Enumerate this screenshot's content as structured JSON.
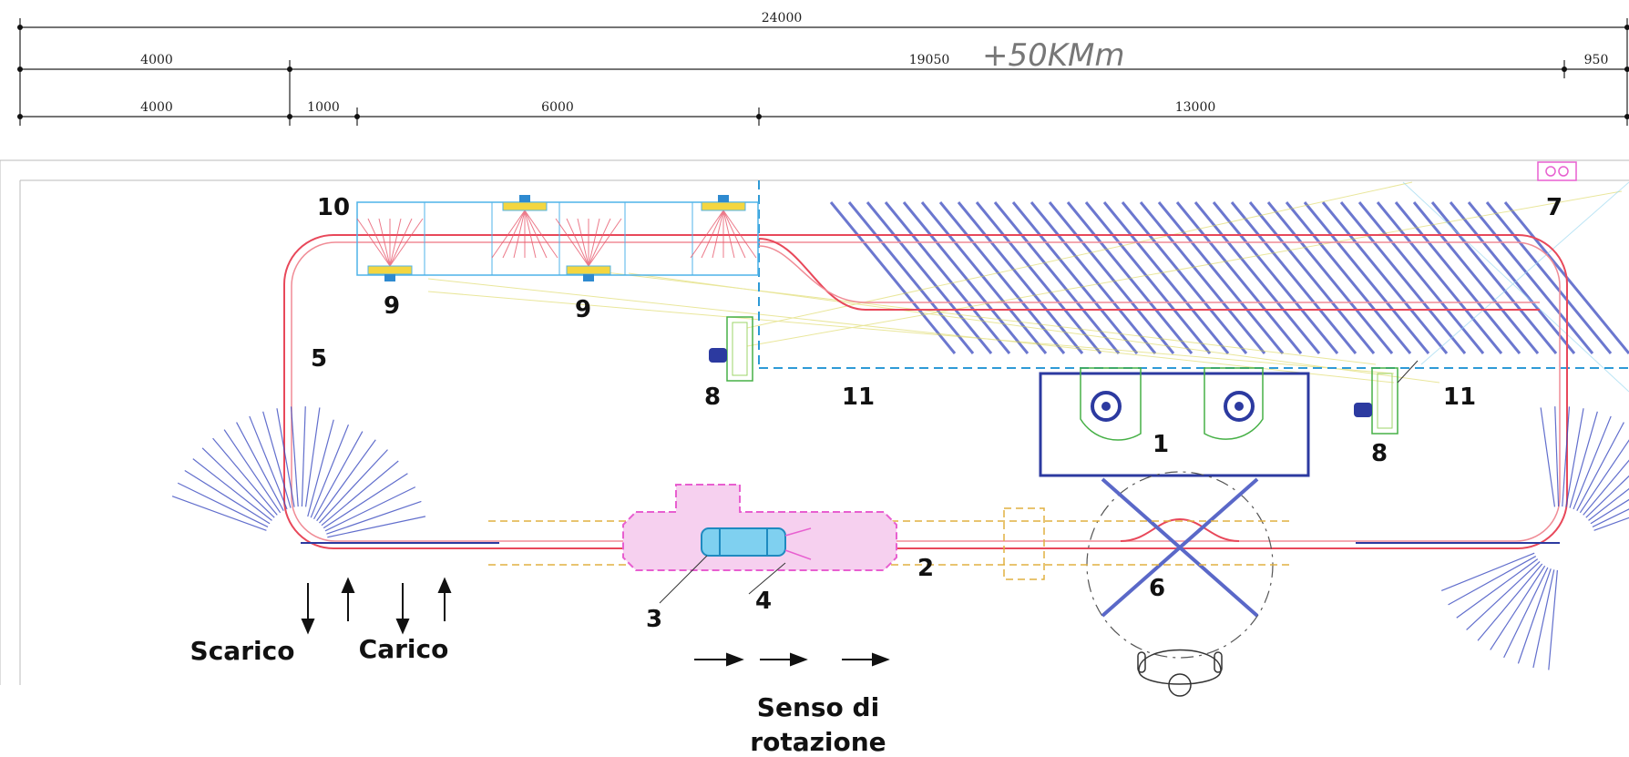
{
  "dimensions": {
    "row1": [
      "24000"
    ],
    "row2": [
      "4000",
      "19050",
      "950"
    ],
    "row3": [
      "4000",
      "1000",
      "6000",
      "13000"
    ]
  },
  "handwritten_note": "+50KMm",
  "callouts": {
    "c1": "1",
    "c2": "2",
    "c3": "3",
    "c4": "4",
    "c5": "5",
    "c6": "6",
    "c7": "7",
    "c8a": "8",
    "c8b": "8",
    "c9a": "9",
    "c9b": "9",
    "c10": "10",
    "c11a": "11",
    "c11b": "11"
  },
  "labels": {
    "scarico": "Scarico",
    "carico": "Carico",
    "rotation_line1": "Senso di",
    "rotation_line2": "rotazione"
  },
  "colors": {
    "track": "#e8485a",
    "track_inner": "#f08c96",
    "rack": "#2b3fb5",
    "booth": "#4fb3e8",
    "lamp": "#e8c400",
    "spray": "#e85a6e",
    "guard": "#e0c060",
    "oven": "#e85fd0",
    "machine": "#2c3aa0",
    "fan": "#46b046",
    "dash": "#2e9ad6",
    "ink": "#111111"
  }
}
